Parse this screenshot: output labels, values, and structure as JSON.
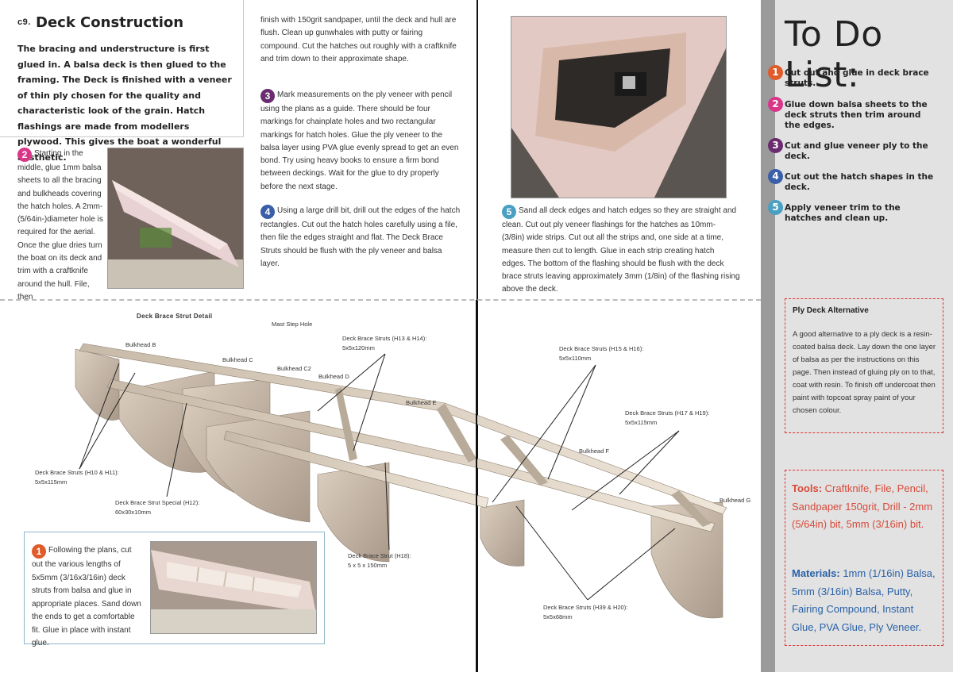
{
  "header": {
    "section_code": "c9.",
    "section_title": "Deck Construction",
    "intro": "The bracing and understructure is first glued in. A balsa deck is then glued to the framing. The Deck is finished with a veneer of thin ply chosen for the quality and characteristic look of the grain. Hatch flashings are made from modellers plywood. This gives the boat a wonderful aesthetic."
  },
  "steps": {
    "s1": {
      "num": "1",
      "text": "Following the plans, cut out the various lengths of 5x5mm (3/16x3/16in) deck struts from balsa and glue in appropriate places. Sand down the ends to get a comfortable fit. Glue in place with instant glue."
    },
    "s2": {
      "num": "2",
      "text": "Starting in the middle, glue 1mm balsa sheets to all the bracing and bulkheads covering the hatch holes. A 2mm-(5/64in-)diameter hole is required for the aerial. Once the glue dries turn the boat on its deck and trim with a craftknife around the hull. File, then"
    },
    "s2_cont": "finish with 150grit sandpaper, until the deck and hull are flush. Clean up gunwhales with putty or fairing compound. Cut the hatches out roughly with a craftknife and trim down to their approximate shape.",
    "s3": {
      "num": "3",
      "text": "Mark measurements on the ply veneer with pencil using the plans as a guide. There should be four markings for chainplate holes and two rectangular markings for hatch holes. Glue the ply veneer to the balsa layer using PVA glue evenly spread to get an even bond. Try using heavy books to ensure a firm bond between deckings. Wait for the glue to dry properly before the next stage."
    },
    "s4": {
      "num": "4",
      "text": "Using a large drill bit, drill out the edges of the hatch rectangles.  Cut out the hatch holes carefully using a file, then file the edges straight and flat. The Deck Brace Struts should be flush with the ply veneer and balsa layer."
    },
    "s5": {
      "num": "5",
      "text": "Sand all deck edges and hatch edges so they are straight and clean. Cut out ply veneer flashings for the hatches as 10mm- (3/8in) wide strips. Cut out all the strips and, one side at a time, measure then cut to length. Glue in each strip creating hatch edges. The bottom of the flashing should be flush with the deck brace struts leaving approximately 3mm (1/8in) of the flashing rising above the deck."
    }
  },
  "sidebar": {
    "title": "To Do List:",
    "todo": [
      {
        "num": "1",
        "text": "Cut out and glue in deck brace struts."
      },
      {
        "num": "2",
        "text": "Glue down balsa sheets to the deck struts then trim around the edges."
      },
      {
        "num": "3",
        "text": "Cut and glue veneer ply to the deck."
      },
      {
        "num": "4",
        "text": "Cut out the hatch shapes in the deck."
      },
      {
        "num": "5",
        "text": "Apply veneer trim to the hatches and clean up."
      }
    ],
    "ply_title": "Ply Deck Alternative",
    "ply_text": "A good alternative to a ply deck is a resin-coated balsa deck. Lay down the one layer of balsa as per the instructions on this page. Then instead of gluing ply on to that, coat with resin. To finish off undercoat then paint with topcoat spray paint of your chosen colour.",
    "tools_label": "Tools:",
    "tools_text": " Craftknife, File, Pencil, Sandpaper 150grit, Drill - 2mm (5/64in) bit, 5mm (3/16in) bit.",
    "materials_label": "Materials:",
    "materials_text": " 1mm (1/16in) Balsa, 5mm (3/16in) Balsa, Putty, Fairing Compound, Instant Glue, PVA Glue, Ply Veneer."
  },
  "diagram": {
    "title": "Deck Brace Strut Detail",
    "labels": {
      "mast_step": "Mast Step Hole",
      "bulk_b": "Bulkhead B",
      "bulk_c": "Bulkhead C",
      "bulk_c2": "Bulkhead C2",
      "bulk_d": "Bulkhead D",
      "bulk_e": "Bulkhead E",
      "bulk_f": "Bulkhead F",
      "bulk_g": "Bulkhead G",
      "h13": "Deck Brace Struts (H13 & H14):",
      "h13_dim": "5x5x120mm",
      "h15": "Deck Brace Struts (H15 & H16):",
      "h15_dim": "5x5x110mm",
      "h17": "Deck Brace Struts (H17 & H19):",
      "h17_dim": "5x5x115mm",
      "h10": "Deck Brace Struts (H10 & H11):",
      "h10_dim": "5x5x115mm",
      "h12": "Deck Brace Strut Special (H12):",
      "h12_dim": "60x30x10mm",
      "h18": "Deck Brace Strut  (H18):",
      "h18_dim": "5 x 5 x 150mm",
      "h39": "Deck Brace Struts (H39 & H20):",
      "h39_dim": "5x5x68mm"
    }
  },
  "colors": {
    "step1": "#e05a2a",
    "step2": "#d9368a",
    "step3": "#6a2c6f",
    "step4": "#3a5fa8",
    "step5": "#4aa0c2",
    "tools": "#d84a3a",
    "materials": "#2a62a8",
    "wood": "#c9bba9"
  }
}
